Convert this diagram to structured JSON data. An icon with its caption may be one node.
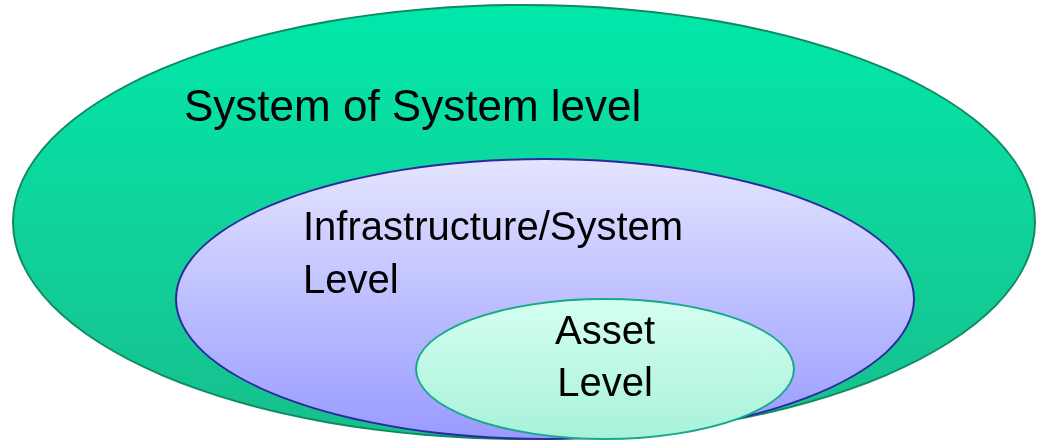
{
  "diagram": {
    "nodes": [
      {
        "text": [
          "System of System level"
        ]
      },
      {
        "text": [
          "Infrastructure/System Level"
        ],
        "in": 0
      },
      {
        "text": [
          "Asset Level"
        ],
        "in": 1
      }
    ]
  }
}
